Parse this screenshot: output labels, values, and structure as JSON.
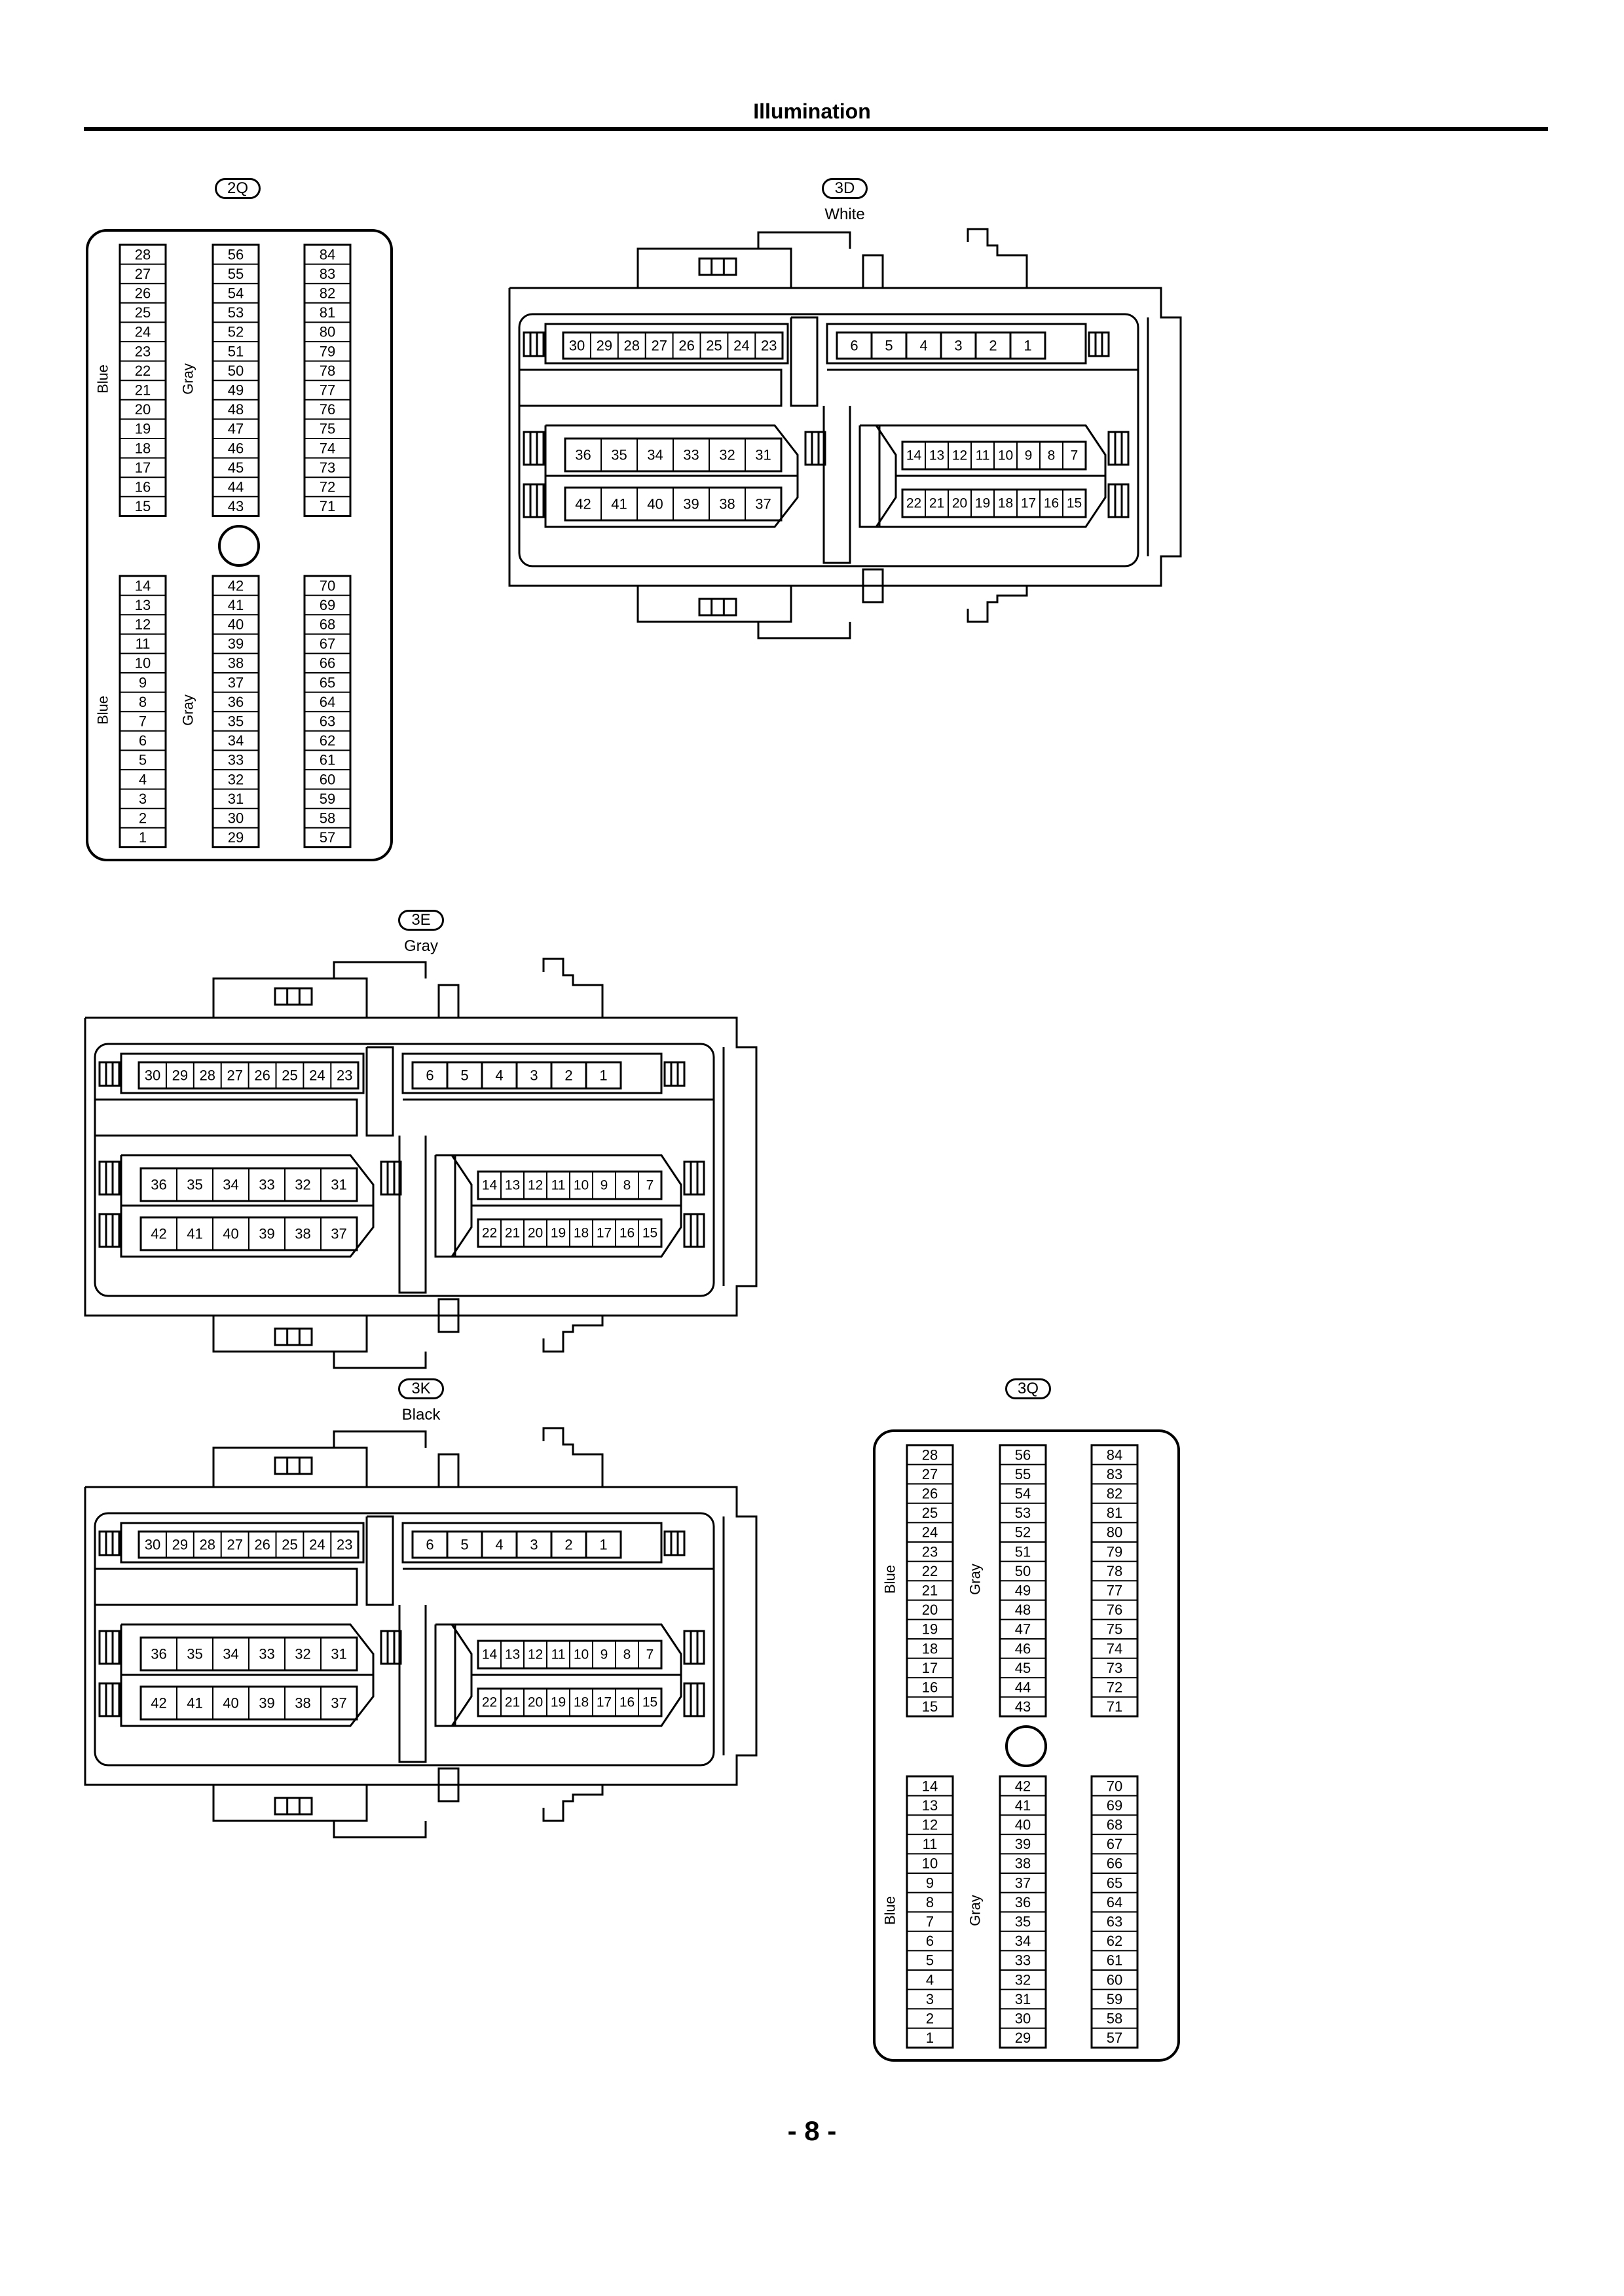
{
  "page": {
    "title": "Illumination",
    "page_number": "- 8 -"
  },
  "connectors": {
    "c2q": {
      "tag": "2Q",
      "top_group": {
        "label_left": "Blue",
        "label_mid": "Gray",
        "col1": [
          "28",
          "27",
          "26",
          "25",
          "24",
          "23",
          "22",
          "21",
          "20",
          "19",
          "18",
          "17",
          "16",
          "15"
        ],
        "col2": [
          "56",
          "55",
          "54",
          "53",
          "52",
          "51",
          "50",
          "49",
          "48",
          "47",
          "46",
          "45",
          "44",
          "43"
        ],
        "col3": [
          "84",
          "83",
          "82",
          "81",
          "80",
          "79",
          "78",
          "77",
          "76",
          "75",
          "74",
          "73",
          "72",
          "71"
        ]
      },
      "bottom_group": {
        "label_left": "Blue",
        "label_mid": "Gray",
        "col1": [
          "14",
          "13",
          "12",
          "11",
          "10",
          "9",
          "8",
          "7",
          "6",
          "5",
          "4",
          "3",
          "2",
          "1"
        ],
        "col2": [
          "42",
          "41",
          "40",
          "39",
          "38",
          "37",
          "36",
          "35",
          "34",
          "33",
          "32",
          "31",
          "30",
          "29"
        ],
        "col3": [
          "70",
          "69",
          "68",
          "67",
          "66",
          "65",
          "64",
          "63",
          "62",
          "61",
          "60",
          "59",
          "58",
          "57"
        ]
      }
    },
    "c3q": {
      "tag": "3Q",
      "top_group": {
        "label_left": "Blue",
        "label_mid": "Gray",
        "col1": [
          "28",
          "27",
          "26",
          "25",
          "24",
          "23",
          "22",
          "21",
          "20",
          "19",
          "18",
          "17",
          "16",
          "15"
        ],
        "col2": [
          "56",
          "55",
          "54",
          "53",
          "52",
          "51",
          "50",
          "49",
          "48",
          "47",
          "46",
          "45",
          "44",
          "43"
        ],
        "col3": [
          "84",
          "83",
          "82",
          "81",
          "80",
          "79",
          "78",
          "77",
          "76",
          "75",
          "74",
          "73",
          "72",
          "71"
        ]
      },
      "bottom_group": {
        "label_left": "Blue",
        "label_mid": "Gray",
        "col1": [
          "14",
          "13",
          "12",
          "11",
          "10",
          "9",
          "8",
          "7",
          "6",
          "5",
          "4",
          "3",
          "2",
          "1"
        ],
        "col2": [
          "42",
          "41",
          "40",
          "39",
          "38",
          "37",
          "36",
          "35",
          "34",
          "33",
          "32",
          "31",
          "30",
          "29"
        ],
        "col3": [
          "70",
          "69",
          "68",
          "67",
          "66",
          "65",
          "64",
          "63",
          "62",
          "61",
          "60",
          "59",
          "58",
          "57"
        ]
      }
    },
    "c3d": {
      "tag": "3D",
      "color": "White",
      "rows": {
        "tl": [
          "30",
          "29",
          "28",
          "27",
          "26",
          "25",
          "24",
          "23"
        ],
        "tr": [
          "6",
          "5",
          "4",
          "3",
          "2",
          "1"
        ],
        "ml": [
          "36",
          "35",
          "34",
          "33",
          "32",
          "31"
        ],
        "bl": [
          "42",
          "41",
          "40",
          "39",
          "38",
          "37"
        ],
        "mr": [
          "14",
          "13",
          "12",
          "11",
          "10",
          "9",
          "8",
          "7"
        ],
        "br": [
          "22",
          "21",
          "20",
          "19",
          "18",
          "17",
          "16",
          "15"
        ]
      }
    },
    "c3e": {
      "tag": "3E",
      "color": "Gray",
      "rows": {
        "tl": [
          "30",
          "29",
          "28",
          "27",
          "26",
          "25",
          "24",
          "23"
        ],
        "tr": [
          "6",
          "5",
          "4",
          "3",
          "2",
          "1"
        ],
        "ml": [
          "36",
          "35",
          "34",
          "33",
          "32",
          "31"
        ],
        "bl": [
          "42",
          "41",
          "40",
          "39",
          "38",
          "37"
        ],
        "mr": [
          "14",
          "13",
          "12",
          "11",
          "10",
          "9",
          "8",
          "7"
        ],
        "br": [
          "22",
          "21",
          "20",
          "19",
          "18",
          "17",
          "16",
          "15"
        ]
      }
    },
    "c3k": {
      "tag": "3K",
      "color": "Black",
      "rows": {
        "tl": [
          "30",
          "29",
          "28",
          "27",
          "26",
          "25",
          "24",
          "23"
        ],
        "tr": [
          "6",
          "5",
          "4",
          "3",
          "2",
          "1"
        ],
        "ml": [
          "36",
          "35",
          "34",
          "33",
          "32",
          "31"
        ],
        "bl": [
          "42",
          "41",
          "40",
          "39",
          "38",
          "37"
        ],
        "mr": [
          "14",
          "13",
          "12",
          "11",
          "10",
          "9",
          "8",
          "7"
        ],
        "br": [
          "22",
          "21",
          "20",
          "19",
          "18",
          "17",
          "16",
          "15"
        ]
      }
    }
  }
}
